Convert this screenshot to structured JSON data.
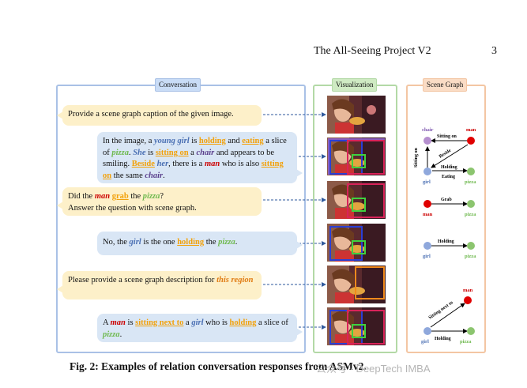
{
  "header": {
    "running_title": "The All-Seeing Project V2",
    "page_number": "3"
  },
  "panels": {
    "conversation": "Conversation",
    "visualization": "Visualization",
    "scene_graph": "Scene Graph"
  },
  "conversation": {
    "q1": "Provide a scene graph caption of the given image.",
    "a1": {
      "t1": "In the image, a ",
      "e1": "young girl",
      "t2": " is ",
      "r1": "holding",
      "t3": " and ",
      "r2": "eating",
      "t4": " a slice of ",
      "e2": "pizza",
      "t5": ". ",
      "e3": "She",
      "t6": " is ",
      "r3": "sitting on",
      "t7": " a ",
      "e4": "chair",
      "t8": " and appears to be smiling. ",
      "r4": "Beside",
      "t9": " ",
      "e5": "her",
      "t10": ", there is a ",
      "e6": "man",
      "t11": " who is also ",
      "r5": "sitting on",
      "t12": " the same ",
      "e7": "chair",
      "t13": "."
    },
    "q2": {
      "t1": "Did the ",
      "e1": "man",
      "t2": " ",
      "r1": "grab",
      "t3": " the ",
      "e2": "pizza",
      "t4": "?",
      "line2": "Answer the question with scene graph."
    },
    "a2": {
      "t1": "No, the ",
      "e1": "girl",
      "t2": " is the one ",
      "r1": "holding",
      "t3": " the ",
      "e2": "pizza",
      "t4": "."
    },
    "q3": {
      "t1": "Please provide a scene graph description for ",
      "e1": "this region"
    },
    "a3": {
      "t1": "A ",
      "e1": "man",
      "t2": " is ",
      "r1": "sitting next to",
      "t3": " a ",
      "e2": "girl",
      "t4": " who is ",
      "r2": "holding",
      "t5": " a slice of ",
      "e3": "pizza",
      "t6": "."
    }
  },
  "scene_graphs": {
    "g1": {
      "chair": "chair",
      "man": "man",
      "girl": "girl",
      "pizza": "pizza",
      "sitting_on_top": "Sitting on",
      "sitting_on_side": "Sitting on",
      "beside": "Beside",
      "holding": "Holding",
      "eating": "Eating"
    },
    "g2": {
      "man": "man",
      "pizza": "pizza",
      "grab": "Grab"
    },
    "g3": {
      "girl": "girl",
      "pizza": "pizza",
      "holding": "Holding"
    },
    "g4": {
      "man": "man",
      "girl": "girl",
      "pizza": "pizza",
      "sitting_next_to": "Sitting next to",
      "holding": "Holding"
    }
  },
  "colors": {
    "girl": "#4a6fb3",
    "man": "#e00000",
    "pizza": "#8cc56f",
    "chair": "#b58fcf",
    "relation": "#f2a10a"
  },
  "caption": "Fig. 2: Examples of relation conversation responses from ASMv2.",
  "watermark": "公众号 · DeepTech IMBA"
}
